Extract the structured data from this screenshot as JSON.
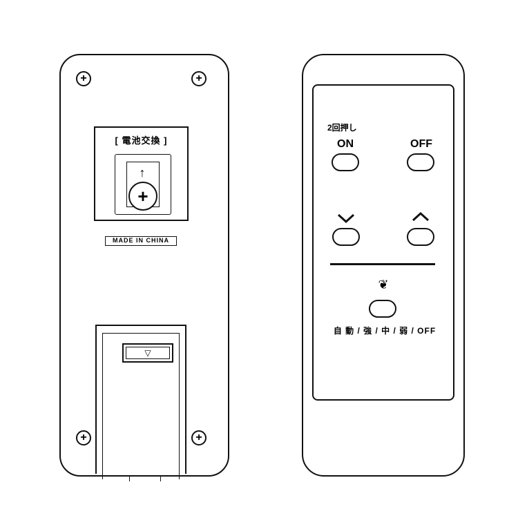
{
  "back": {
    "battery_label": "[ 電池交換 ]",
    "arrow_glyph": "↑",
    "screw_glyph": "+",
    "made_in": "MADE IN CHINA",
    "cover_glyph": "▽"
  },
  "front": {
    "press_twice": "2回押し",
    "on_label": "ON",
    "off_label": "OFF",
    "fan_glyph": "❦",
    "mode_label": "自 動 / 強 / 中 / 弱 / OFF"
  }
}
